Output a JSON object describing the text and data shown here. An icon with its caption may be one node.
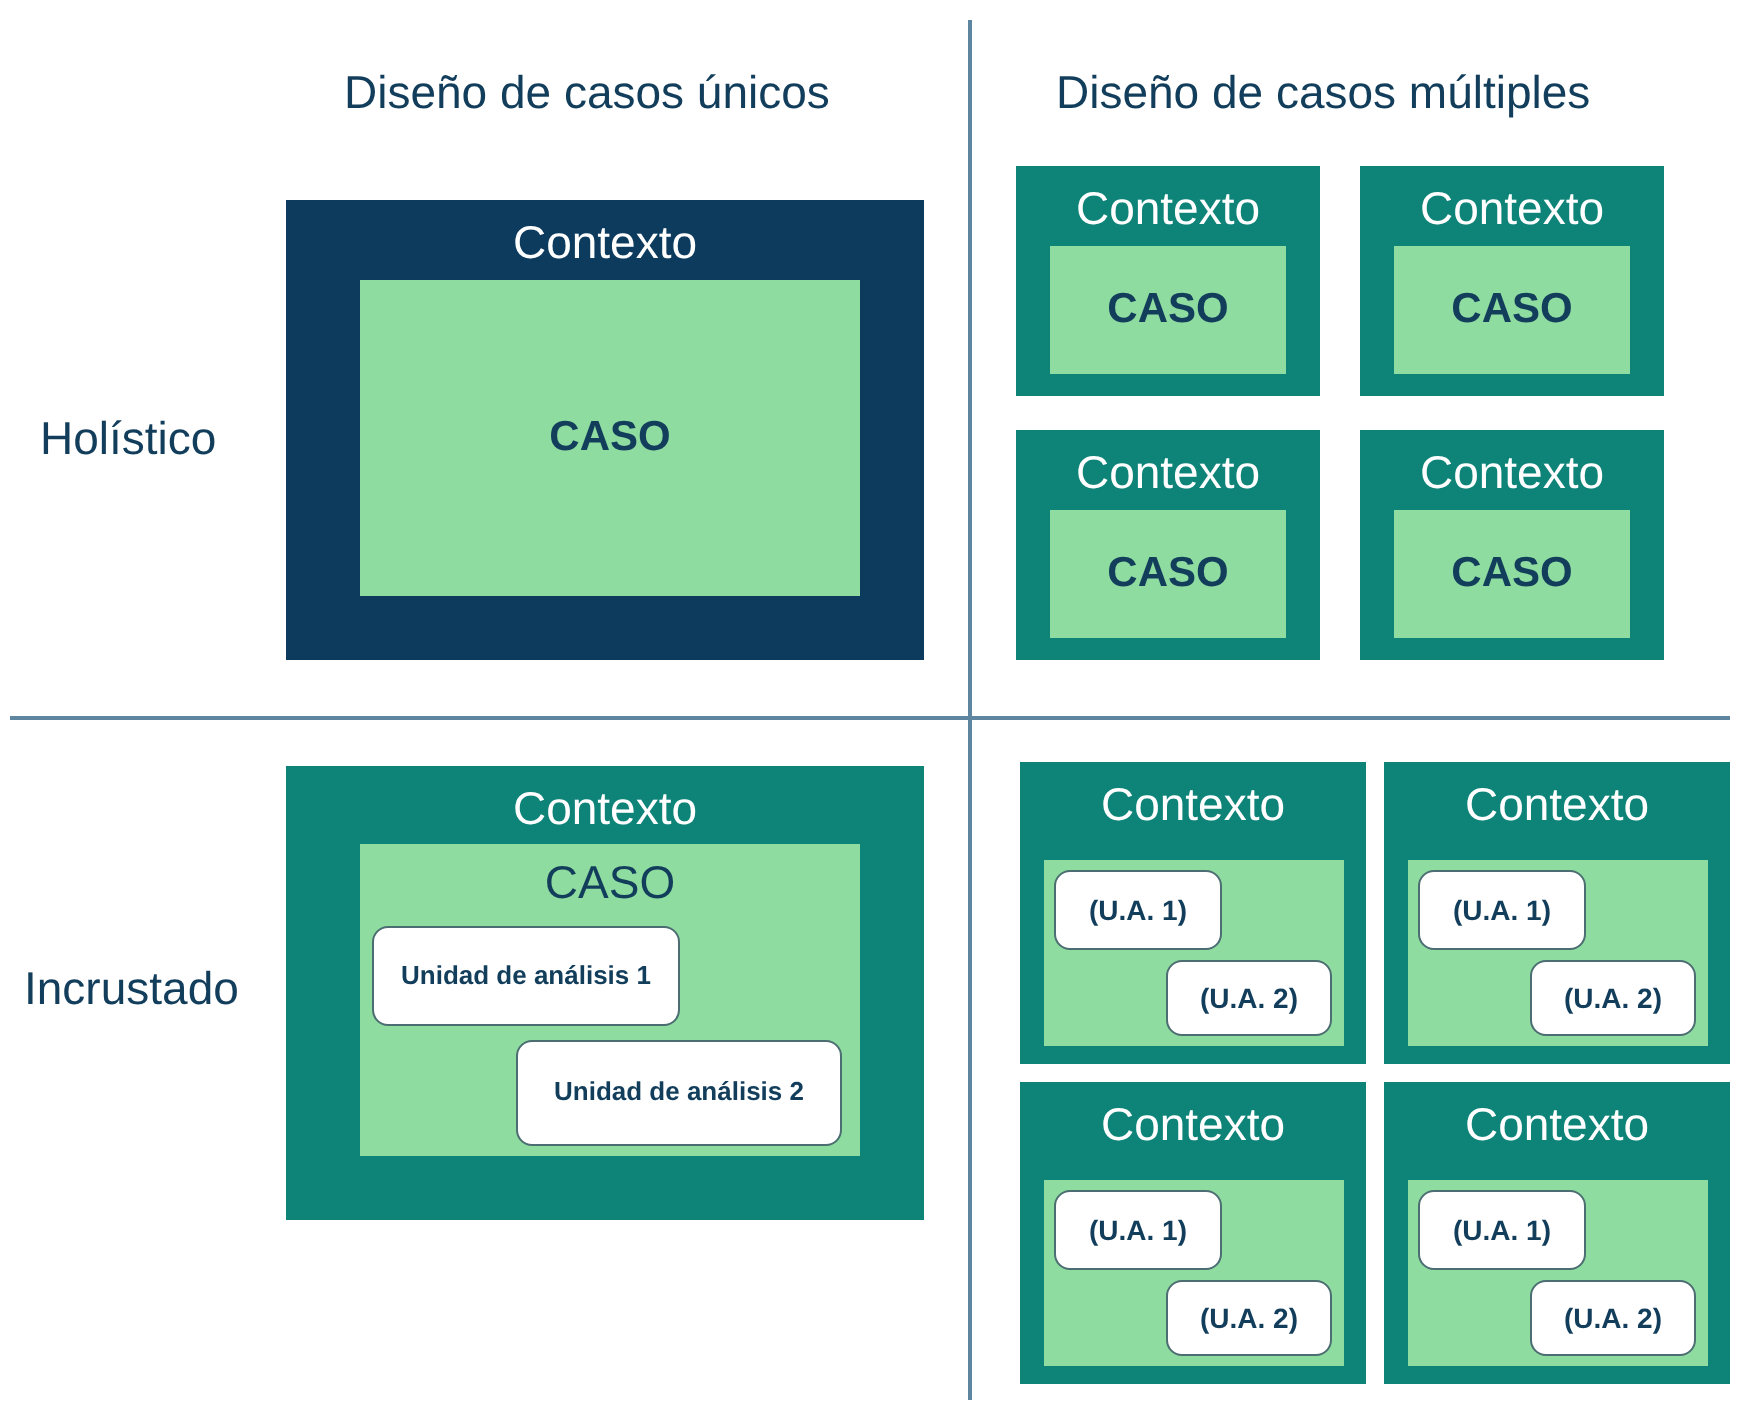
{
  "diagram": {
    "nodes": [
      {
        "text": [
          "Contexto"
        ]
      },
      {
        "text": [
          "CASO"
        ],
        "in": 0
      },
      {
        "text": [
          "Contexto"
        ]
      },
      {
        "text": [
          "CASO"
        ],
        "in": 2
      },
      {
        "text": [
          "Contexto"
        ]
      },
      {
        "text": [
          "CASO"
        ],
        "in": 4
      },
      {
        "text": [
          "Contexto"
        ]
      },
      {
        "text": [
          "CASO"
        ],
        "in": 6
      },
      {
        "text": [
          "Contexto"
        ]
      },
      {
        "text": [
          "CASO"
        ],
        "in": 8
      },
      {
        "text": [
          "Contexto"
        ]
      },
      {
        "text": [
          "CASO"
        ],
        "in": 10
      },
      {
        "text": [
          "Unidad de análisis 1"
        ],
        "in": 11
      },
      {
        "text": [
          "Unidad de análisis 2"
        ],
        "in": 11
      },
      {
        "text": [
          "Contexto"
        ]
      },
      {
        "text": [],
        "shape": "box",
        "in": 14
      },
      {
        "text": [
          "(U.A. 1)"
        ],
        "in": 15
      },
      {
        "text": [
          "(U.A. 2)"
        ],
        "in": 15
      },
      {
        "text": [
          "Contexto"
        ]
      },
      {
        "text": [],
        "shape": "box",
        "in": 18
      },
      {
        "text": [
          "(U.A. 1)"
        ],
        "in": 19
      },
      {
        "text": [
          "(U.A. 2)"
        ],
        "in": 19
      },
      {
        "text": [
          "Contexto"
        ]
      },
      {
        "text": [],
        "shape": "box",
        "in": 22
      },
      {
        "text": [
          "(U.A. 1)"
        ],
        "in": 23
      },
      {
        "text": [
          "(U.A. 2)"
        ],
        "in": 23
      },
      {
        "text": [
          "Contexto"
        ]
      },
      {
        "text": [],
        "shape": "box",
        "in": 26
      },
      {
        "text": [
          "(U.A. 1)"
        ],
        "in": 27
      },
      {
        "text": [
          "(U.A. 2)"
        ],
        "in": 27
      }
    ],
    "labels": [
      "Diseño de casos únicos",
      "Diseño de casos múltiples",
      "Holístico",
      "Incrustado"
    ]
  }
}
